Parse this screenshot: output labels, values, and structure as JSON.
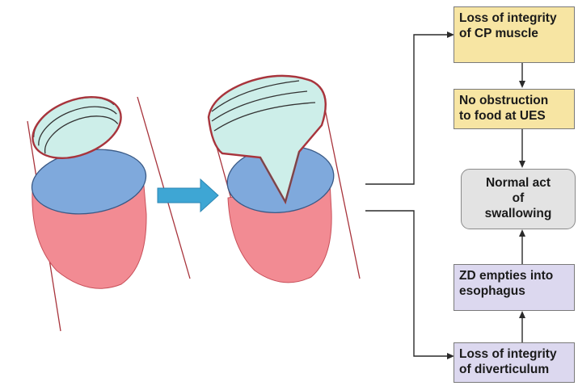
{
  "boxes": {
    "cp_muscle": [
      "Loss of integrity",
      "of CP muscle"
    ],
    "no_obstruction": [
      "No obstruction",
      "to food at UES"
    ],
    "normal_act": [
      "Normal act",
      "of",
      "swallowing"
    ],
    "zd_empties": [
      "ZD empties into",
      "esophagus"
    ],
    "diverticulum": [
      "Loss of integrity",
      "of diverticulum"
    ]
  },
  "colors": {
    "outline_red": "#b5303a",
    "cyan_fill": "#cdeee9",
    "blue_fill": "#7fa9dc",
    "pink_fill": "#f28b93",
    "arrow_blue": "#3ea6d4",
    "yellow_box": "#f7e5a3",
    "purple_box": "#dcd8ef",
    "grey_box": "#e3e3e3"
  }
}
